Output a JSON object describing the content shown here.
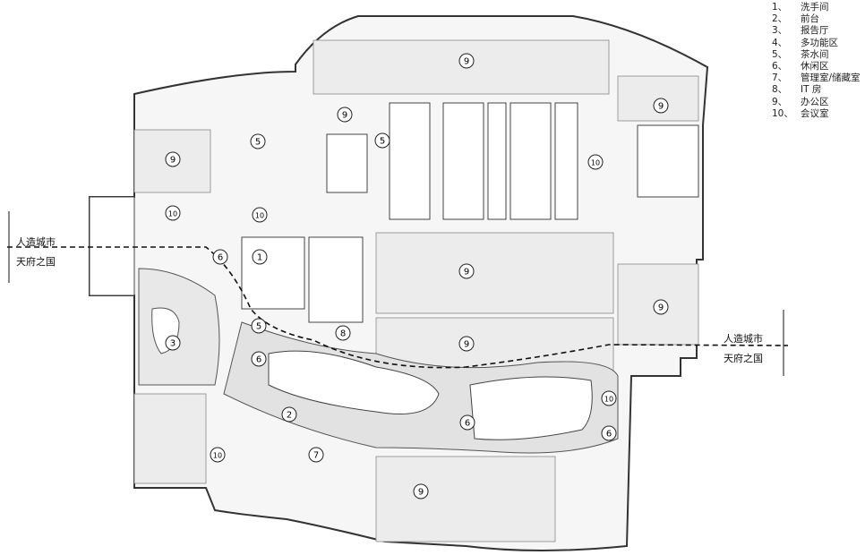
{
  "legend": [
    {
      "num": "1、",
      "label": "洗手间"
    },
    {
      "num": "2、",
      "label": "前台"
    },
    {
      "num": "3、",
      "label": "报告厅"
    },
    {
      "num": "4、",
      "label": "多功能区"
    },
    {
      "num": "5、",
      "label": "茶水间"
    },
    {
      "num": "6、",
      "label": "休闲区"
    },
    {
      "num": "7、",
      "label": "管理室/储藏室"
    },
    {
      "num": "8、",
      "label": "IT 房"
    },
    {
      "num": "9、",
      "label": "办公区"
    },
    {
      "num": "10、",
      "label": "会议室"
    }
  ],
  "boundary_labels": {
    "left_top": "人造城市",
    "left_bottom": "天府之国",
    "right_top": "人造城市",
    "right_bottom": "天府之国"
  },
  "room_markers": [
    "9",
    "9",
    "9",
    "9",
    "5",
    "5",
    "10",
    "10",
    "10",
    "6",
    "1",
    "9",
    "9",
    "5",
    "8",
    "9",
    "3",
    "6",
    "2",
    "6",
    "10",
    "6",
    "7",
    "10",
    "9"
  ]
}
